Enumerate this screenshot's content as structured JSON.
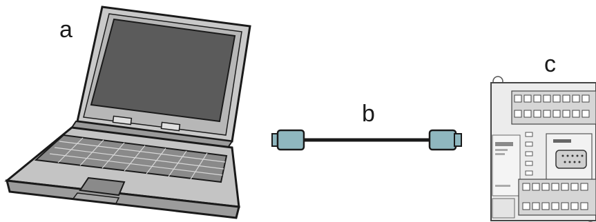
{
  "labels": {
    "laptop": "a",
    "cable": "b",
    "plc": "c"
  },
  "colors": {
    "device_gray": "#b9b9b9",
    "screen": "#5b5b5b",
    "connector_teal": "#8fb7bf",
    "outline": "#1a1a1a"
  }
}
